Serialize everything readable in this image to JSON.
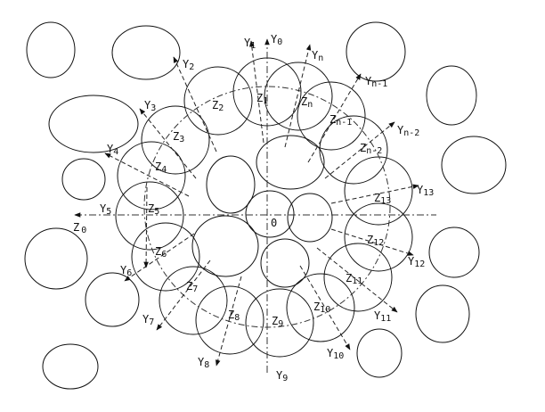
{
  "diagram": {
    "center_label": "0",
    "z_labels": [
      {
        "main": "Z",
        "sub": "0"
      },
      {
        "main": "Z",
        "sub": "1"
      },
      {
        "main": "Z",
        "sub": "2"
      },
      {
        "main": "Z",
        "sub": "3"
      },
      {
        "main": "Z",
        "sub": "4"
      },
      {
        "main": "Z",
        "sub": "5"
      },
      {
        "main": "Z",
        "sub": "6"
      },
      {
        "main": "Z",
        "sub": "7"
      },
      {
        "main": "Z",
        "sub": "8"
      },
      {
        "main": "Z",
        "sub": "9"
      },
      {
        "main": "Z",
        "sub": "10"
      },
      {
        "main": "Z",
        "sub": "11"
      },
      {
        "main": "Z",
        "sub": "12"
      },
      {
        "main": "Z",
        "sub": "13"
      },
      {
        "main": "Z",
        "sub": "n-2"
      },
      {
        "main": "Z",
        "sub": "n-1"
      },
      {
        "main": "Z",
        "sub": "n"
      }
    ],
    "y_labels": [
      {
        "main": "Y",
        "sub": "0"
      },
      {
        "main": "Y",
        "sub": "1"
      },
      {
        "main": "Y",
        "sub": "2"
      },
      {
        "main": "Y",
        "sub": "3"
      },
      {
        "main": "Y",
        "sub": "4"
      },
      {
        "main": "Y",
        "sub": "5"
      },
      {
        "main": "Y",
        "sub": "6"
      },
      {
        "main": "Y",
        "sub": "7"
      },
      {
        "main": "Y",
        "sub": "8"
      },
      {
        "main": "Y",
        "sub": "9"
      },
      {
        "main": "Y",
        "sub": "10"
      },
      {
        "main": "Y",
        "sub": "11"
      },
      {
        "main": "Y",
        "sub": "12"
      },
      {
        "main": "Y",
        "sub": "13"
      },
      {
        "main": "Y",
        "sub": "n-2"
      },
      {
        "main": "Y",
        "sub": "n-1"
      },
      {
        "main": "Y",
        "sub": "n"
      }
    ]
  }
}
